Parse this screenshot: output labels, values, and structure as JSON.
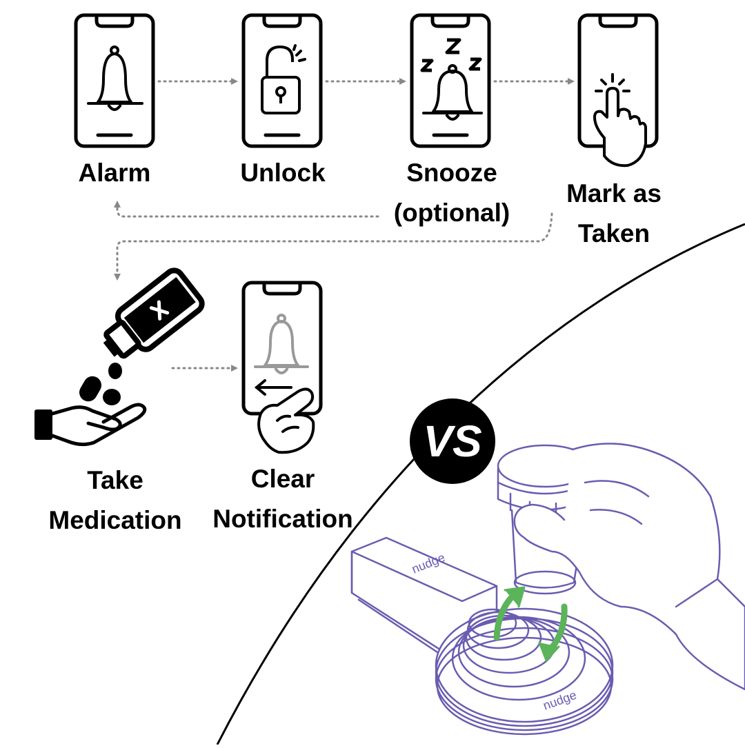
{
  "steps": {
    "alarm": "Alarm",
    "unlock": "Unlock",
    "snooze": "Snooze",
    "snooze_note": "(optional)",
    "mark_1": "Mark as",
    "mark_2": "Taken",
    "take_1": "Take",
    "take_2": "Medication",
    "clear_1": "Clear",
    "clear_2": "Notification"
  },
  "vs_label": "VS",
  "device_brand": "nudge",
  "colors": {
    "ink": "#000000",
    "arrow": "#888888",
    "faded": "#999999",
    "device": "#6a5cb0",
    "rotate_arrow": "#5bb35a"
  }
}
